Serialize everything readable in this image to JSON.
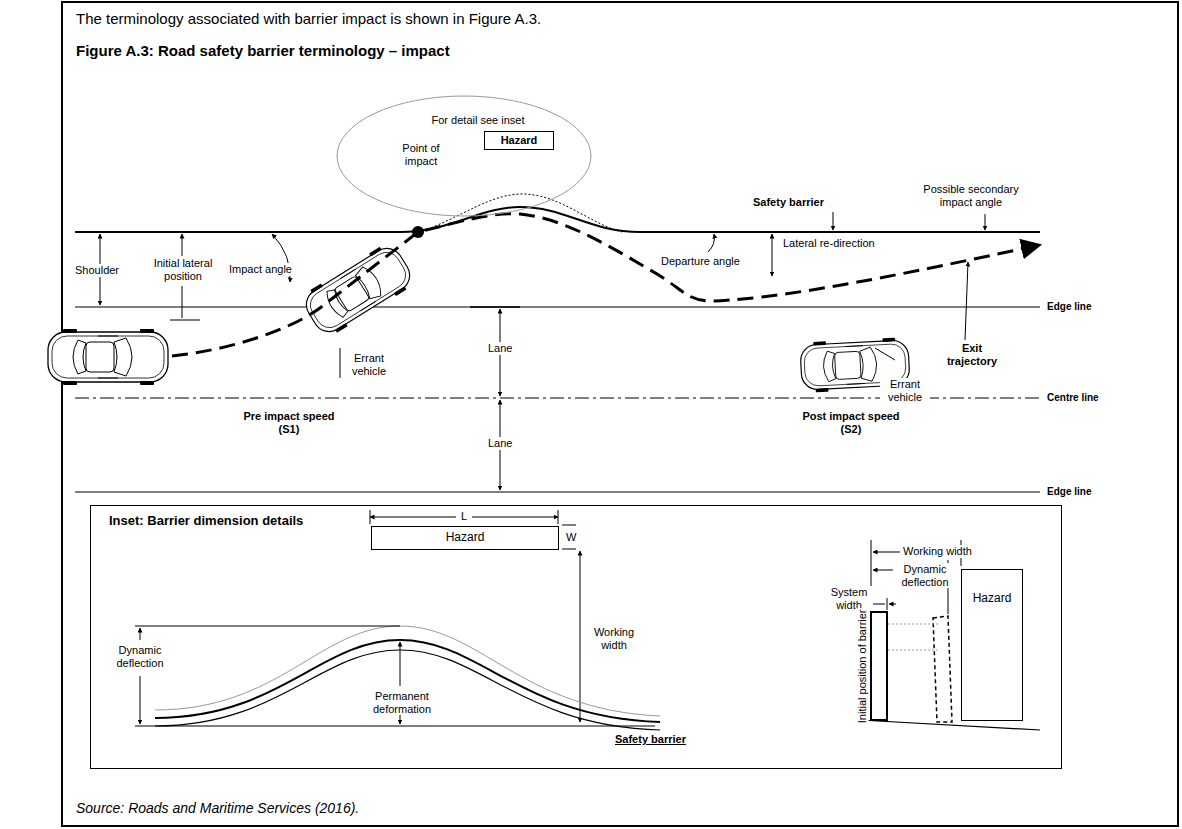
{
  "diagram": {
    "title": "Figure A.3: Road safety barrier terminology – impact",
    "caption": "Source: Roads and Maritime Services (2016).",
    "nodes": [
      {
        "text": [
          "For detail see inset"
        ]
      },
      {
        "text": [
          "Hazard"
        ],
        "in": 0
      },
      {
        "text": [
          "Inset: Barrier dimension details"
        ]
      },
      {
        "text": [
          "Hazard"
        ],
        "in": 2
      },
      {
        "text": [
          "Hazard"
        ],
        "in": 2
      }
    ],
    "labels": [
      "The terminology associated with barrier impact is shown in Figure A.3.",
      "Point of impact",
      "Safety barrier",
      "Possible secondary impact angle",
      "Shoulder",
      "Initial lateral position",
      "Impact angle",
      "Departure angle",
      "Lateral re-direction",
      "Edge line",
      "Errant vehicle",
      "Lane",
      "Exit trajectory",
      "Centre line",
      "Pre impact speed (S1)",
      "Errant vehicle",
      "Post impact speed (S2)",
      "Lane",
      "Edge line",
      "L",
      "W",
      "Working width",
      "Dynamic deflection",
      "Permanent deformation",
      "Safety barrier",
      "Working width",
      "Dynamic deflection",
      "System width",
      "Initial position of barrier"
    ]
  }
}
